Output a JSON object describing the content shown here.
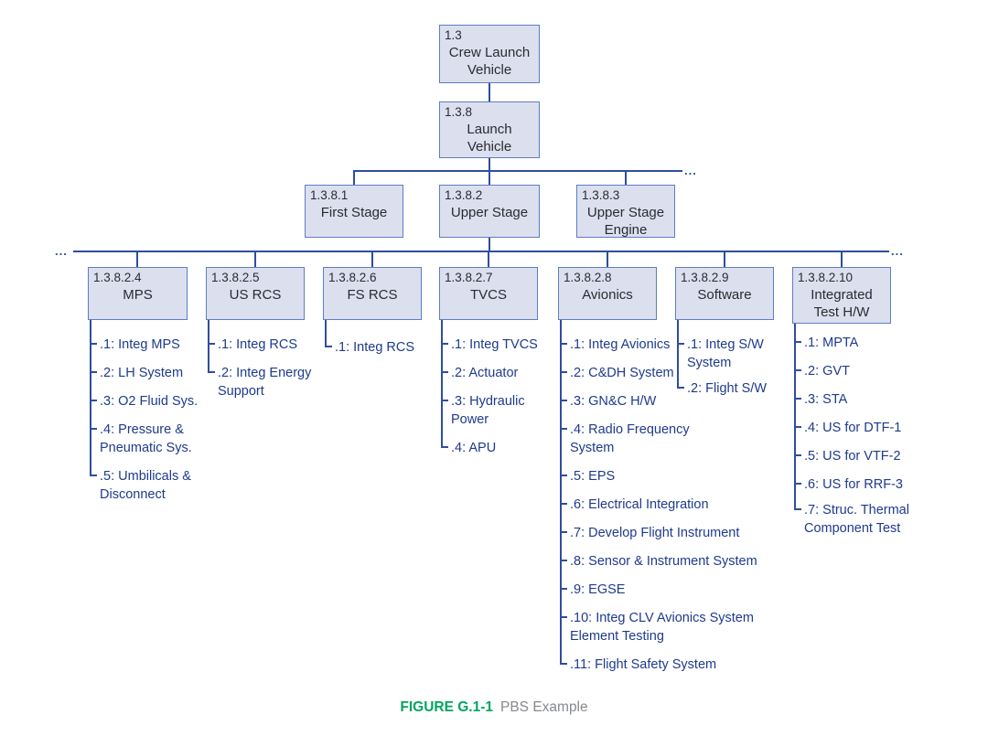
{
  "figure": {
    "label": "FIGURE G.1-1",
    "title": "PBS Example"
  },
  "ellipsis": "...",
  "colors": {
    "box_fill": "#dcdfee",
    "box_border": "#5e7dc2",
    "connector_line": "#2e4e9e",
    "item_text": "#1e3a8c",
    "box_text": "#2a2b31",
    "caption_label": "#00a562",
    "caption_title": "#85898d"
  },
  "nodes": {
    "root": {
      "id": "1.3",
      "name": "Crew Launch\nVehicle"
    },
    "launch_vehicle": {
      "id": "1.3.8",
      "name": "Launch\nVehicle"
    },
    "level3": [
      {
        "id": "1.3.8.1",
        "name": "First Stage"
      },
      {
        "id": "1.3.8.2",
        "name": "Upper Stage"
      },
      {
        "id": "1.3.8.3",
        "name": "Upper Stage\nEngine"
      }
    ],
    "level4": [
      {
        "id": "1.3.8.2.4",
        "name": "MPS",
        "items": [
          ".1: Integ MPS",
          ".2: LH System",
          ".3: O2 Fluid Sys.",
          ".4: Pressure &\nPneumatic Sys.",
          ".5: Umbilicals &\nDisconnect"
        ]
      },
      {
        "id": "1.3.8.2.5",
        "name": "US RCS",
        "items": [
          ".1: Integ RCS",
          ".2: Integ Energy\nSupport"
        ]
      },
      {
        "id": "1.3.8.2.6",
        "name": "FS RCS",
        "items": [
          ".1: Integ RCS"
        ]
      },
      {
        "id": "1.3.8.2.7",
        "name": "TVCS",
        "items": [
          ".1: Integ TVCS",
          ".2: Actuator",
          ".3: Hydraulic\nPower",
          ".4: APU"
        ]
      },
      {
        "id": "1.3.8.2.8",
        "name": "Avionics",
        "items": [
          ".1: Integ Avionics",
          ".2: C&DH System",
          ".3: GN&C H/W",
          ".4: Radio Frequency\nSystem",
          ".5: EPS",
          ".6: Electrical Integration",
          ".7: Develop Flight Instrument",
          ".8: Sensor & Instrument System",
          ".9: EGSE",
          ".10: Integ CLV Avionics System\nElement Testing",
          ".11: Flight Safety System"
        ]
      },
      {
        "id": "1.3.8.2.9",
        "name": "Software",
        "items": [
          ".1: Integ S/W\nSystem",
          ".2: Flight S/W"
        ]
      },
      {
        "id": "1.3.8.2.10",
        "name": "Integrated\nTest H/W",
        "items": [
          ".1: MPTA",
          ".2: GVT",
          ".3: STA",
          ".4: US for DTF-1",
          ".5: US for VTF-2",
          ".6: US for RRF-3",
          ".7: Struc. Thermal\nComponent Test"
        ]
      }
    ]
  }
}
